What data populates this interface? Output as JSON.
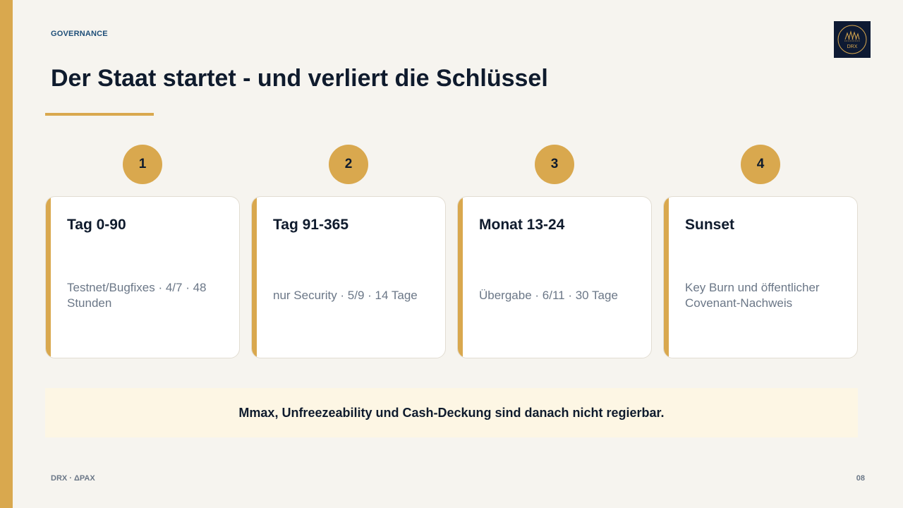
{
  "header": {
    "kicker": "GOVERNANCE",
    "title": "Der Staat startet - und verliert die Schlüssel",
    "logo_text": "DRX"
  },
  "steps": [
    {
      "number": "1",
      "title": "Tag 0-90",
      "body": "Testnet/Bugfixes · 4/7 · 48 Stunden"
    },
    {
      "number": "2",
      "title": "Tag 91-365",
      "body": "nur Security · 5/9 · 14 Tage"
    },
    {
      "number": "3",
      "title": "Monat 13-24",
      "body": "Übergabe · 6/11 · 30 Tage"
    },
    {
      "number": "4",
      "title": "Sunset",
      "body": "Key Burn und öffentlicher Covenant-Nachweis"
    }
  ],
  "banner": {
    "text": "Mmax, Unfreezeability und Cash-Deckung sind danach nicht regierbar."
  },
  "footer": {
    "left": "DRX · ΔPAX",
    "page_number": "08"
  },
  "colors": {
    "accent": "#d9a84e",
    "navy": "#0e1a33",
    "background": "#f6f4ef",
    "banner_bg": "#fdf6e4"
  }
}
